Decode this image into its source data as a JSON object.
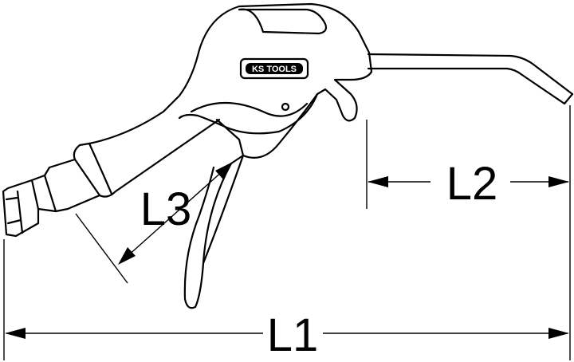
{
  "drawing": {
    "logo_text": "KS TOOLS",
    "dimensions": {
      "l1": "L1",
      "l2": "L2",
      "l3": "L3"
    }
  },
  "colors": {
    "line": "#000000",
    "background": "#ffffff"
  }
}
